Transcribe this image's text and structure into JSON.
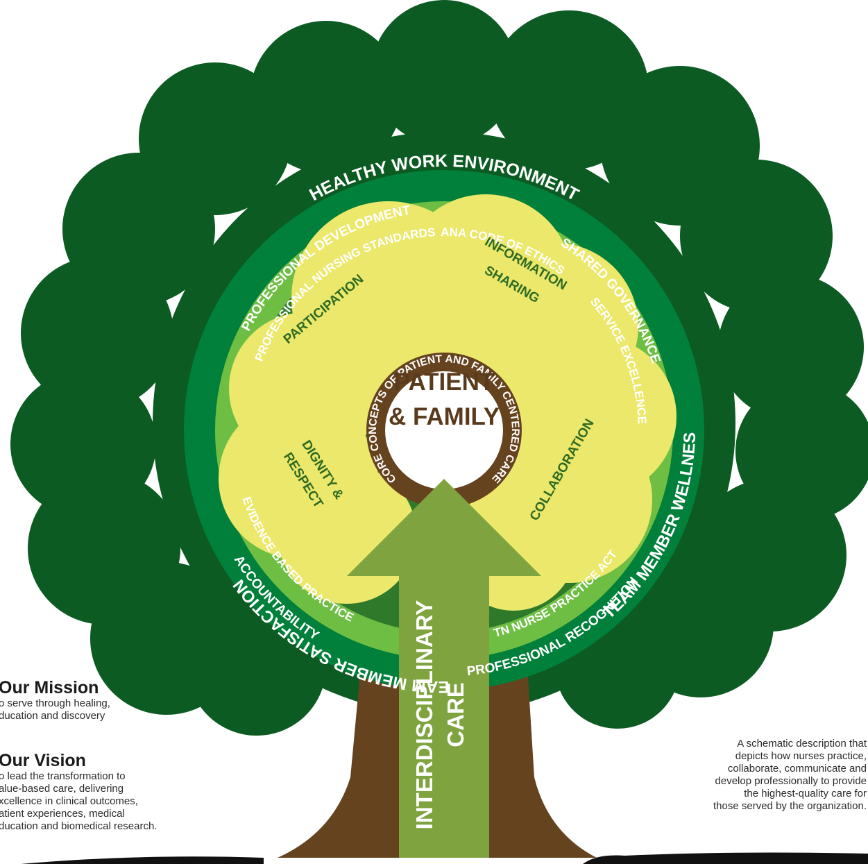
{
  "outer_ring": {
    "top": "HEALTHY WORK ENVIRONMENT",
    "left": "TEAM MEMBER SATISFACTION",
    "right": "TEAM MEMBER WELLNESS"
  },
  "dark_ring": {
    "professional_development": "PROFESSIONAL DEVELOPMENT",
    "shared_governance": "SHARED GOVERNANCE",
    "accountability": "ACCOUNTABILITY",
    "professional_recognition": "PROFESSIONAL RECOGNITION"
  },
  "light_ring": {
    "nursing_standards": "PROFESSIONAL NURSING STANDARDS",
    "code_of_ethics": "ANA CODE OF ETHICS",
    "service_excellence": "SERVICE EXCELLENCE",
    "evidence_based": "EVIDENCE BASED PRACTICE",
    "nurse_practice_act": "TN NURSE PRACTICE ACT"
  },
  "core_concepts": {
    "participation": "PARTICIPATION",
    "information_line1": "INFORMATION",
    "information_line2": "SHARING",
    "dignity_line1": "DIGNITY &",
    "dignity_line2": "RESPECT",
    "collaboration": "COLLABORATION"
  },
  "core_ring": "CORE CONCEPTS OF PATIENT AND FAMILY CENTERED CARE",
  "center": {
    "line1": "PATIENT",
    "line2": "& FAMILY"
  },
  "arrow": {
    "line1": "INTERDISCIPLINARY",
    "line2": "CARE"
  },
  "mission": {
    "heading": "Our Mission",
    "text": "o serve through healing,\nducation and discovery"
  },
  "vision": {
    "heading": "Our Vision",
    "text": "o lead the transformation to\nalue-based care, delivering\nxcellence in clinical outcomes,\natient experiences, medical\nducation and biomedical research."
  },
  "caption": "A schematic description that\ndepicts how nurses practice,\ncollaborate, communicate and\ndevelop professionally to provide\nthe highest-quality care for\nthose served by the organization.",
  "colors": {
    "canopy": "#0c5b23",
    "dark_ring": "#00803a",
    "light_ring": "#6fbe44",
    "inner_bg": "#2f7a2a",
    "leaf": "#ebe86c",
    "trunk": "#66431f",
    "core_ring": "#66431f",
    "arrow": "#7ea33f",
    "ground": "#111111"
  }
}
